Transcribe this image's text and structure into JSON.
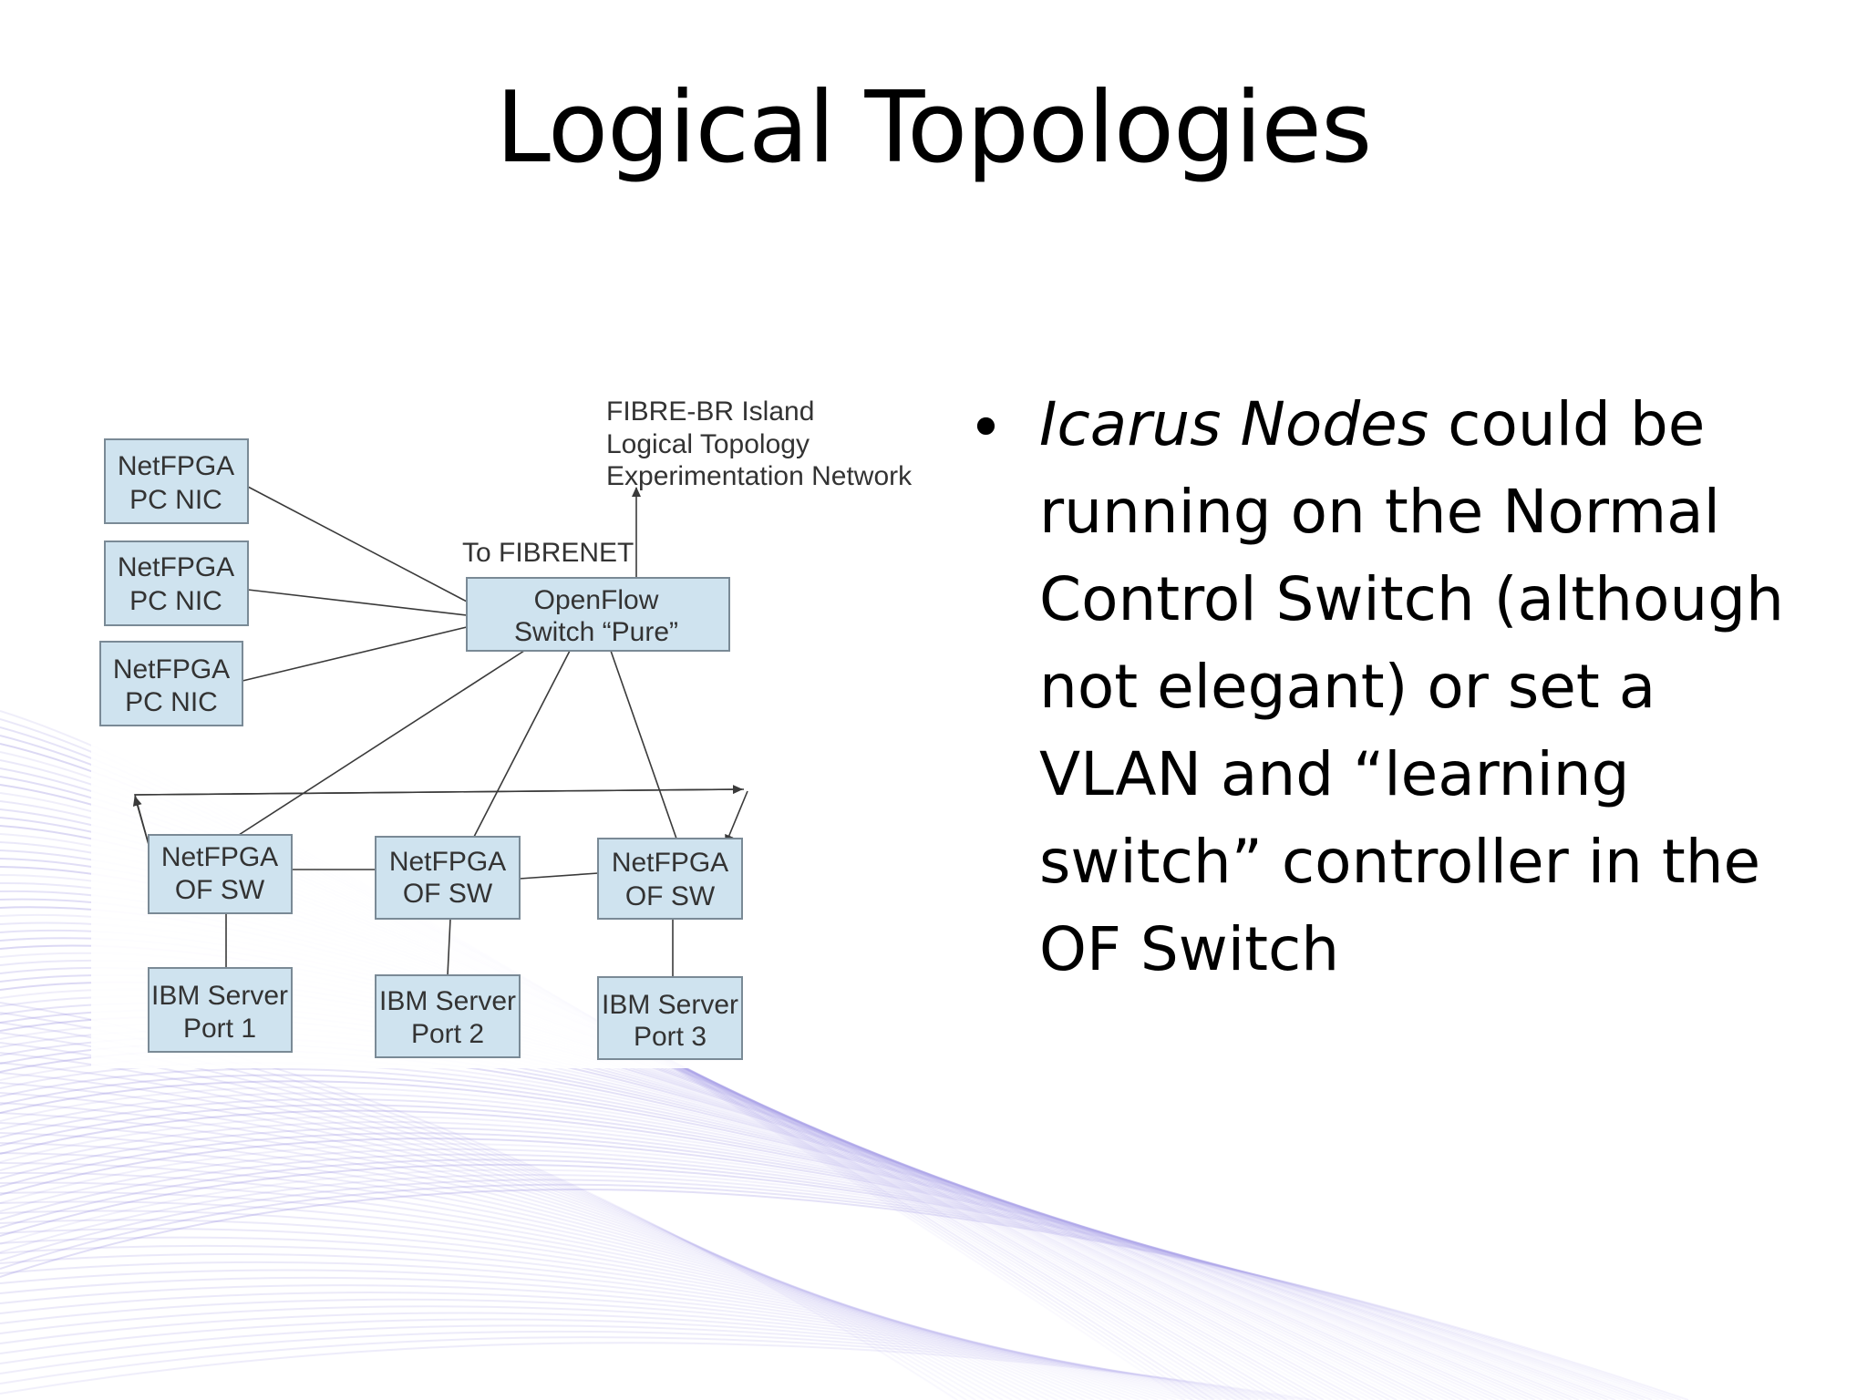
{
  "slide": {
    "title": "Logical Topologies",
    "bullet": {
      "italic": "Icarus Nodes",
      "text": " could be running on the Normal Control Switch (although not elegant) or set a VLAN and “learning switch” controller in the OF Switch"
    }
  },
  "diagram": {
    "external_label": [
      "FIBRE-BR Island",
      "Logical Topology",
      "Experimentation Network"
    ],
    "uplink_label": "To FIBRENET",
    "nodes": {
      "nic1": [
        "NetFPGA",
        "PC NIC"
      ],
      "nic2": [
        "NetFPGA",
        "PC NIC"
      ],
      "nic3": [
        "NetFPGA",
        "PC NIC"
      ],
      "openflow": [
        "OpenFlow",
        "Switch “Pure”"
      ],
      "ofsw1": [
        "NetFPGA",
        "OF SW"
      ],
      "ofsw2": [
        "NetFPGA",
        "OF SW"
      ],
      "ofsw3": [
        "NetFPGA",
        "OF SW"
      ],
      "ibm1": [
        "IBM Server",
        "Port 1"
      ],
      "ibm2": [
        "IBM Server",
        "Port 2"
      ],
      "ibm3": [
        "IBM Server",
        "Port 3"
      ]
    }
  },
  "colors": {
    "node_fill": "#cfe3ef",
    "node_stroke": "#7a8a96",
    "link": "#3a3a3a",
    "swirl": "#8c82dc"
  }
}
